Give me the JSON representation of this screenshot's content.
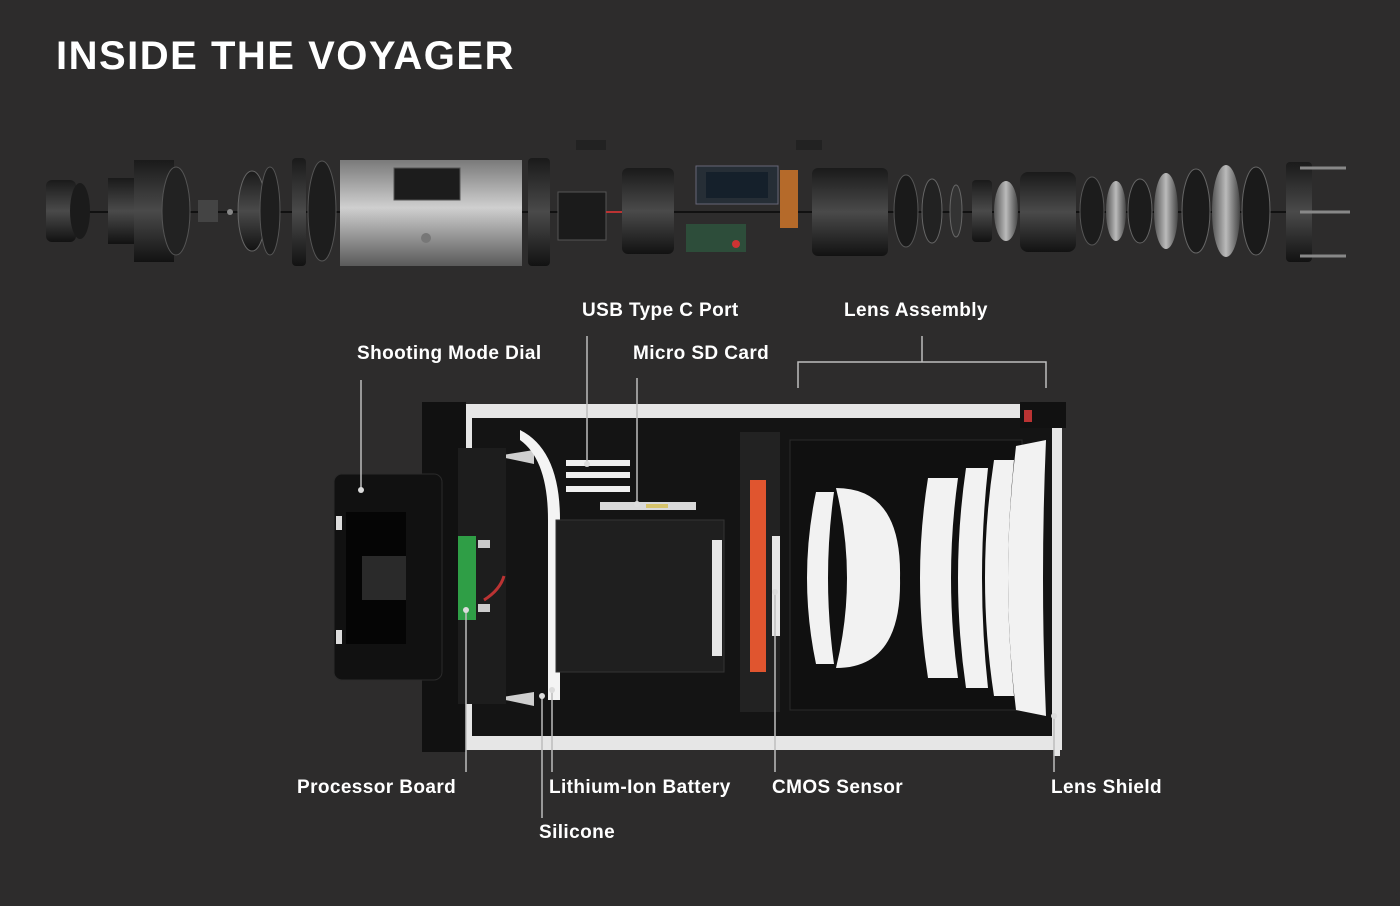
{
  "title": "INSIDE THE VOYAGER",
  "callouts": {
    "usb_port": "USB Type C Port",
    "lens_assembly": "Lens Assembly",
    "shooting_mode_dial": "Shooting Mode Dial",
    "micro_sd_card": "Micro SD Card",
    "processor_board": "Processor Board",
    "lithium_ion_battery": "Lithium-Ion Battery",
    "cmos_sensor": "CMOS Sensor",
    "lens_shield": "Lens Shield",
    "silicone": "Silicone"
  },
  "colors": {
    "background": "#2d2c2c",
    "body_white": "#e6e6e6",
    "cmos_orange": "#e0552f",
    "pcb_green": "#2f9e46",
    "leader_line": "#bdbdbd"
  }
}
